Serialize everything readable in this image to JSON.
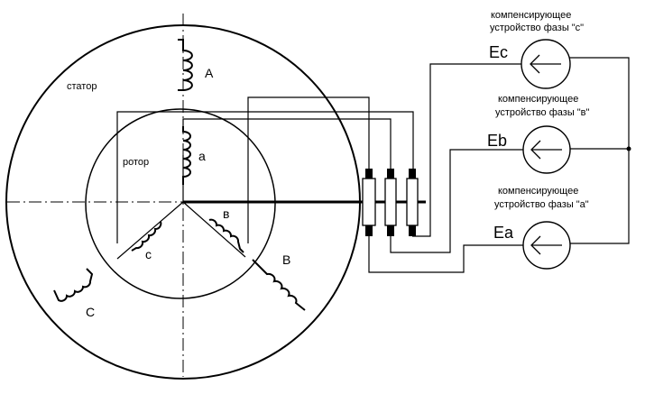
{
  "labels": {
    "stator": "статор",
    "rotor": "ротор",
    "stator_A": "А",
    "stator_B": "В",
    "stator_C": "С",
    "rotor_a": "а",
    "rotor_b": "в",
    "rotor_c": "с"
  },
  "compensators": [
    {
      "line1": "компенсирующее",
      "line2": "устройство фазы \"с\"",
      "emf": "Ec"
    },
    {
      "line1": "компенсирующее",
      "line2": "устройство фазы \"в\"",
      "emf": "Eb"
    },
    {
      "line1": "компенсирующее",
      "line2": "устройство фазы \"а\"",
      "emf": "Ea"
    }
  ],
  "colors": {
    "line": "#000000",
    "background": "#ffffff"
  },
  "icons": {
    "compensator": "arrow-left-icon"
  }
}
